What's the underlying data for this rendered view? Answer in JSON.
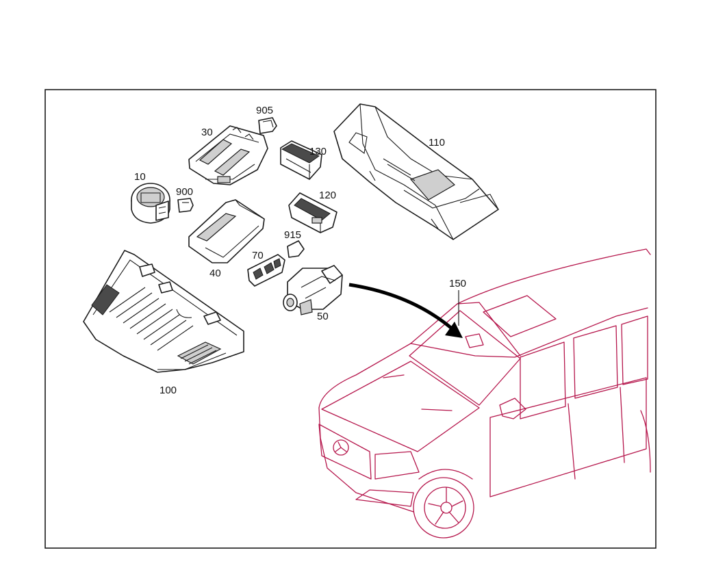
{
  "diagram": {
    "callouts": {
      "p905": "905",
      "p30": "30",
      "p130": "130",
      "p110": "110",
      "p10": "10",
      "p900": "900",
      "p120": "120",
      "p915": "915",
      "p40": "40",
      "p70": "70",
      "p50": "50",
      "p150": "150",
      "p100": "100"
    },
    "colors": {
      "frame": "#1a1a1a",
      "vehicle_outline": "#b5154b",
      "arrow": "#000000"
    }
  }
}
